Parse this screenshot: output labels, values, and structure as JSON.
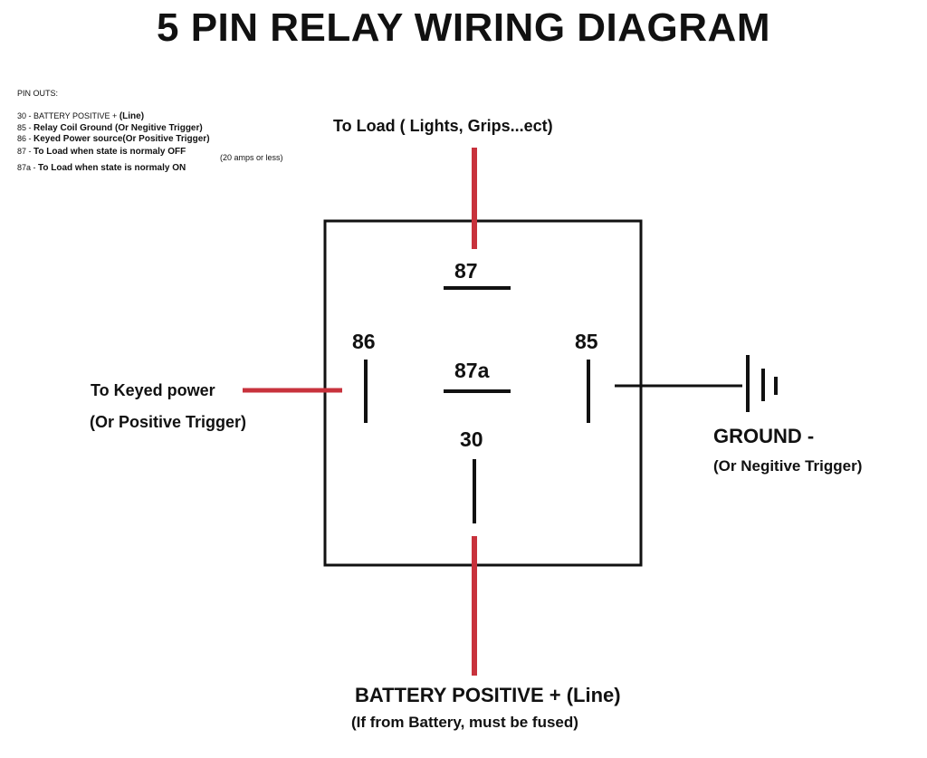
{
  "title": "5 PIN RELAY WIRING DIAGRAM",
  "pinouts": {
    "heading": "PIN OUTS:",
    "items": [
      {
        "prefix": "30 - BATTERY POSITIVE +",
        "bold": "(Line)"
      },
      {
        "prefix": "85 - ",
        "bold": "Relay Coil Ground (Or Negitive Trigger)"
      },
      {
        "prefix": "86 - ",
        "bold": "Keyed Power source(Or Positive Trigger)"
      },
      {
        "prefix": "87 - ",
        "bold": "To Load when state is normaly OFF"
      },
      {
        "prefix": "87a - ",
        "bold": "To Load when state is normaly ON"
      }
    ],
    "amps_note": "(20 amps or less)"
  },
  "pins": {
    "p87": "87",
    "p86": "86",
    "p87a": "87a",
    "p85": "85",
    "p30": "30"
  },
  "labels": {
    "to_load": "To Load ( Lights, Grips...ect)",
    "keyed_power": "To Keyed power",
    "positive_trigger": "(Or Positive Trigger)",
    "ground": "GROUND -",
    "negative_trigger": "(Or Negitive Trigger)",
    "battery_positive": "BATTERY POSITIVE + (Line)",
    "fused_note": "(If from Battery, must be fused)"
  },
  "colors": {
    "wire_red": "#c8323c",
    "line_black": "#111111"
  }
}
